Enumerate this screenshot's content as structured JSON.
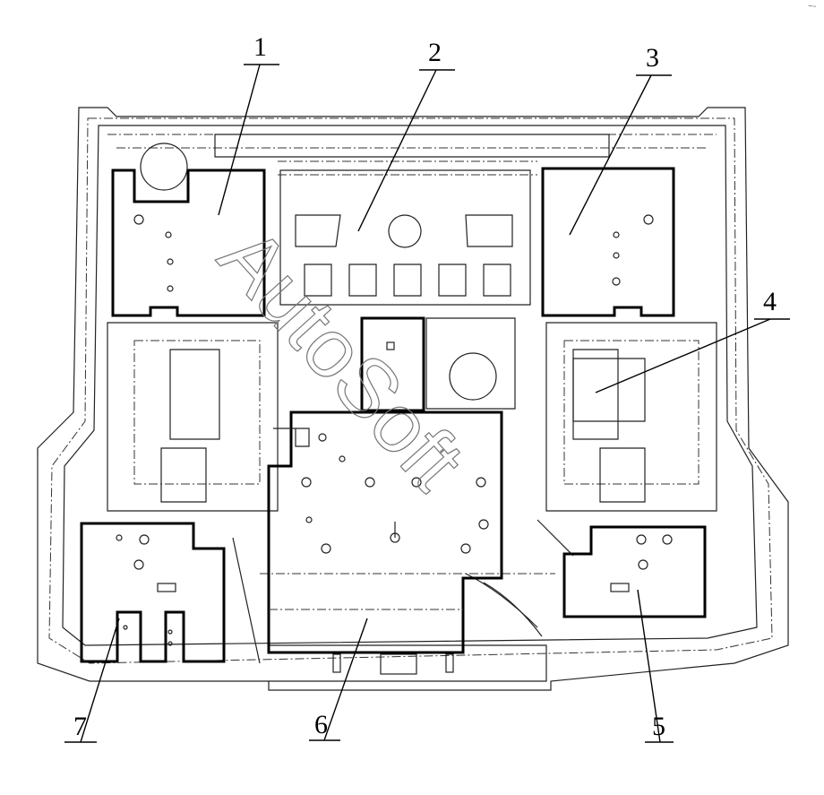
{
  "diagram": {
    "callouts": [
      "1",
      "2",
      "3",
      "4",
      "5",
      "6",
      "7"
    ],
    "watermark": "AutoSoft",
    "corner_mark": "~-"
  }
}
